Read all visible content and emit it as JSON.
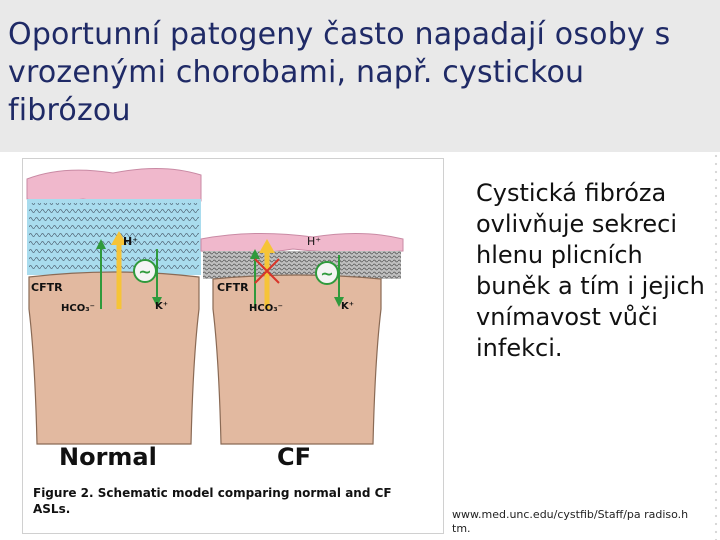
{
  "slide": {
    "title": "Oportunní patogeny často napadají osoby s vrozenými chorobami, např. cystickou fibrózou",
    "body": "Cystická fibróza ovlivňuje sekreci hlenu plicních buněk a tím i jejich vnímavost vůči infekci.",
    "source": "www.med.unc.edu/cystfib/Staff/pa radiso.htm."
  },
  "figure": {
    "normal": {
      "label": "Normal",
      "h_label": "H⁺",
      "cftr_label": "CFTR",
      "hco3_label": "HCO₃⁻",
      "k_label": "K⁺"
    },
    "cf": {
      "label": "CF",
      "h_label": "H⁺",
      "cftr_label": "CFTR",
      "hco3_label": "HCO₃⁻",
      "k_label": "K⁺"
    },
    "pump_symbol": "~",
    "caption": "Figure 2. Schematic model comparing normal and CF ASLs."
  },
  "colors": {
    "title_text": "#1f2a66",
    "title_band": "#e9e9e9",
    "mucus": "#f0b8cc",
    "asl_fluid": "#a9dcee",
    "cell": "#e2b9a0",
    "arrow_yellow": "#f6c437",
    "arrow_green": "#2f9a3c",
    "block_red": "#d8342a"
  }
}
